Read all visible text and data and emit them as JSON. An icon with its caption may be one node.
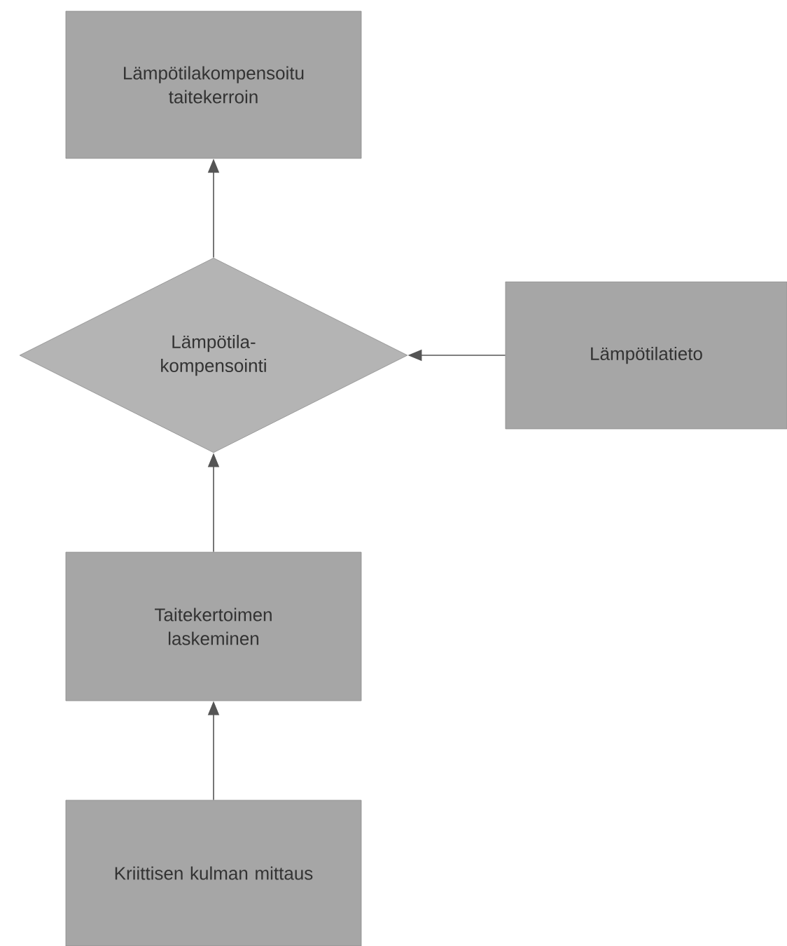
{
  "diagram": {
    "nodes": [
      {
        "text": [
          "Lämpötilakompensoitu taitekerroin"
        ]
      },
      {
        "text": [
          "Lämpötila- kompensointi"
        ]
      },
      {
        "text": [
          "Lämpötilatieto"
        ]
      },
      {
        "text": [
          "Taitekertoimen laskeminen"
        ]
      },
      {
        "text": [
          "Kriittisen kulman mittaus"
        ]
      }
    ],
    "edges": [
      {
        "from": 1,
        "to": 0,
        "arrow": "to"
      },
      {
        "from": 2,
        "to": 1,
        "arrow": "to"
      },
      {
        "from": 3,
        "to": 1,
        "arrow": "to"
      },
      {
        "from": 4,
        "to": 3,
        "arrow": "to"
      }
    ]
  }
}
